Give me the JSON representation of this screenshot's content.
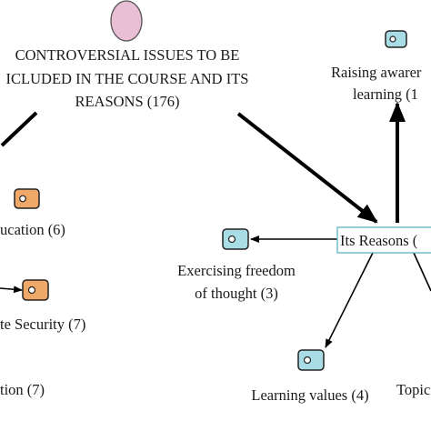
{
  "root": {
    "line1": "CONTROVERSIAL ISSUES TO BE",
    "line2": "ICLUDED IN THE COURSE AND ITS",
    "line3": "REASONS (176)",
    "icon": "ellipse-node",
    "icon_color": "#e9bfd6"
  },
  "reasons_node": {
    "label": "Its Reasons (",
    "border_color": "#5fb3c8"
  },
  "nodes": {
    "raising_line1": "Raising awarer",
    "raising_line2": "learning (1",
    "education": "ucation (6)",
    "security": "te Security (7)",
    "tion": "tion (7)",
    "freedom_line1": "Exercising freedom",
    "freedom_line2": "of thought (3)",
    "learning_values": "Learning values (4)",
    "topic": "Topic"
  },
  "colors": {
    "code_blue": "#a8dde6",
    "code_orange": "#f0a868",
    "edge": "#000000"
  }
}
